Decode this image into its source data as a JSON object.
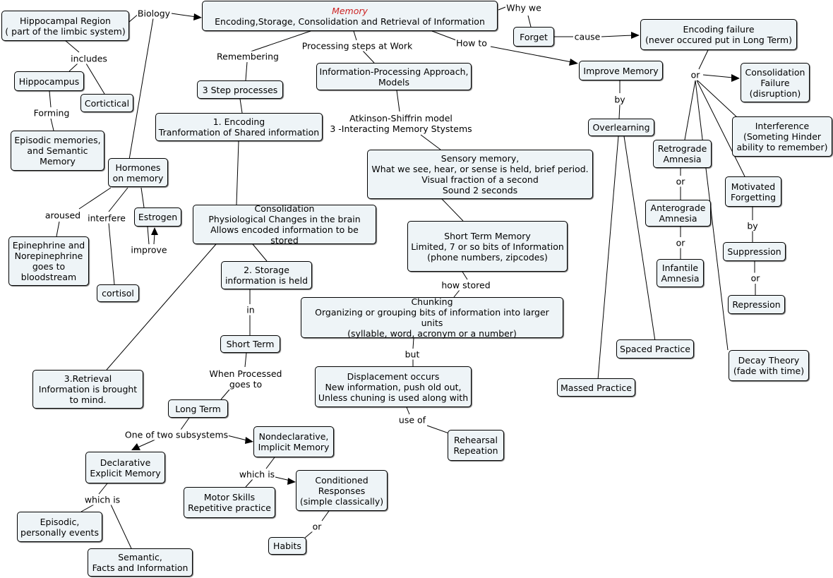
{
  "nodes": {
    "memory_title": "Memory",
    "memory_subtitle": "Encoding,Storage, Consolidation and Retrieval of Information",
    "hippocampal_region": "Hippocampal Region\n( part of the limbic system)",
    "hippocampus": "Hippocampus",
    "cortictical": "Cortictical",
    "episodic_semantic": "Episodic memories,\nand Semantic\nMemory",
    "hormones": "Hormones\non memory",
    "estrogen": "Estrogen",
    "epinephrine": "Epinephrine and\nNorepinephrine\ngoes to\nbloodstream",
    "cortisol": "cortisol",
    "three_step": "3 Step processes",
    "encoding": "1. Encoding\nTranformation of Shared information",
    "consolidation": "Consolidation\nPhysiological Changes in the brain\nAllows encoded information to be stored",
    "storage": "2. Storage\ninformation is held",
    "retrieval": "3.Retrieval\nInformation is brought\nto mind.",
    "short_term": "Short Term",
    "long_term": "Long Term",
    "declarative": "Declarative\nExplicit Memory",
    "episodic_events": "Episodic,\npersonally events",
    "semantic_facts": "Semantic,\nFacts and Information",
    "nondeclarative": "Nondeclarative,\nImplicit Memory",
    "motor_skills": "Motor Skills\nRepetitive practice",
    "conditioned": "Conditioned\nResponses\n(simple classically)",
    "habits": "Habits",
    "info_processing": "Information-Processing Approach,\nModels",
    "sensory": "Sensory memory,\nWhat we see, hear, or sense is held, brief period.\nVisual fraction of a second\nSound  2 seconds",
    "stm": "Short Term Memory\nLimited, 7 or so bits of Information\n(phone numbers, zipcodes)",
    "chunking": "Chunking\nOrganizing or grouping bits of information into larger units\n(syllable, word, acronym or a number)",
    "displacement": "Displacement occurs\nNew information, push old out,\nUnless chuning is used along with",
    "rehearsal": "Rehearsal\nRepeation",
    "forget": "Forget",
    "encoding_failure": "Encoding failure\n(never occured put in Long Term)",
    "improve_memory": "Improve Memory",
    "overlearning": "Overlearning",
    "spaced": "Spaced Practice",
    "massed": "Massed Practice",
    "consolidation_failure": "Consolidation\nFailure\n(disruption)",
    "interference": "Interference\n(Someting Hinder\nability to remember)",
    "retrograde": "Retrograde\nAmnesia",
    "anterograde": "Anterograde\nAmnesia",
    "infantile": "Infantile\nAmnesia",
    "motivated": "Motivated\nForgetting",
    "suppression": "Suppression",
    "repression": "Repression",
    "decay": "Decay Theory\n(fade with time)"
  },
  "labels": {
    "biology": "Biology",
    "includes": "includes",
    "forming": "Forming",
    "aroused": "aroused",
    "interfere": "interfere",
    "improve": "improve",
    "remembering": "Remembering",
    "processing_steps": "Processing steps at  Work",
    "how_to": "How to",
    "why_we": "Why we",
    "cause": "cause",
    "atkinson": "Atkinson-Shiffrin model\n3 -Interacting Memory Stystems",
    "how_stored": "how stored",
    "but": "but",
    "use_of": "use of",
    "in": "in",
    "when_processed": "When Processed\ngoes to",
    "one_of_two": "One of two subsystems",
    "which_is_1": "which is",
    "which_is_2": "which is",
    "or_habits": "or",
    "by_1": "by",
    "or_fail": "or",
    "or_amn_1": "or",
    "or_amn_2": "or",
    "by_2": "by",
    "or_supp": "or"
  }
}
